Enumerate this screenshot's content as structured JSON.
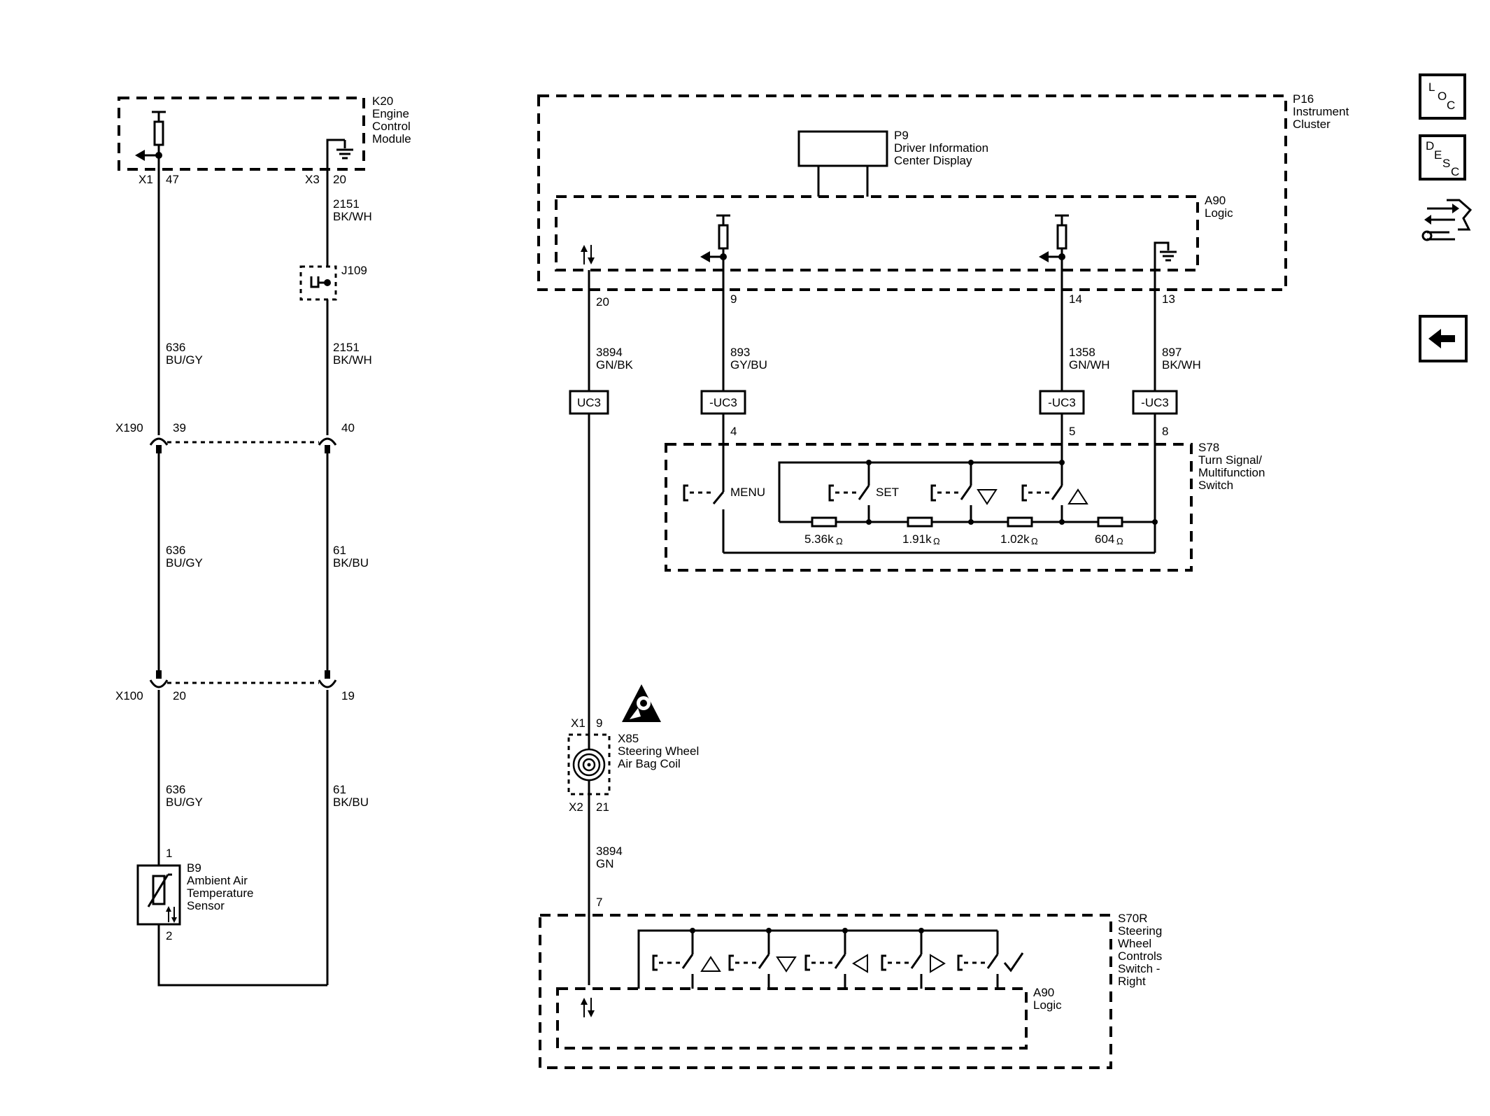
{
  "components": {
    "k20": {
      "ref": "K20",
      "lines": [
        "Engine",
        "Control",
        "Module"
      ]
    },
    "p16": {
      "ref": "P16",
      "lines": [
        "Instrument",
        "Cluster"
      ]
    },
    "p9": {
      "ref": "P9",
      "lines": [
        "Driver Information",
        "Center Display"
      ]
    },
    "a90_top": {
      "ref": "A90",
      "lines": [
        "Logic"
      ]
    },
    "a90_bottom": {
      "ref": "A90",
      "lines": [
        "Logic"
      ]
    },
    "s78": {
      "ref": "S78",
      "lines": [
        "Turn Signal/",
        "Multifunction",
        "Switch"
      ]
    },
    "s70r": {
      "ref": "S70R",
      "lines": [
        "Steering",
        "Wheel",
        "Controls",
        "Switch -",
        "Right"
      ]
    },
    "x85": {
      "ref": "X85",
      "lines": [
        "Steering Wheel",
        "Air Bag Coil"
      ]
    },
    "b9": {
      "ref": "B9",
      "lines": [
        "Ambient Air",
        "Temperature",
        "Sensor"
      ]
    },
    "j109": {
      "ref": "J109"
    }
  },
  "connectors": {
    "k20_x1": "X1",
    "k20_x1_pin": "47",
    "k20_x3": "X3",
    "k20_x3_pin": "20",
    "x190": "X190",
    "x190_pin_a": "39",
    "x190_pin_b": "40",
    "x100": "X100",
    "x100_pin_a": "20",
    "x100_pin_b": "19",
    "b9_pin1": "1",
    "b9_pin2": "2",
    "p16_pin20": "20",
    "p16_pin9": "9",
    "p16_pin14": "14",
    "p16_pin13": "13",
    "s78_pin4": "4",
    "s78_pin5": "5",
    "s78_pin8": "8",
    "x85_x1": "X1",
    "x85_x1_pin": "9",
    "x85_x2": "X2",
    "x85_x2_pin": "21",
    "s70r_pin7": "7"
  },
  "wires": {
    "w2151a": {
      "circuit": "2151",
      "color": "BK/WH"
    },
    "w2151b": {
      "circuit": "2151",
      "color": "BK/WH"
    },
    "w636a": {
      "circuit": "636",
      "color": "BU/GY"
    },
    "w636b": {
      "circuit": "636",
      "color": "BU/GY"
    },
    "w636c": {
      "circuit": "636",
      "color": "BU/GY"
    },
    "w61a": {
      "circuit": "61",
      "color": "BK/BU"
    },
    "w61b": {
      "circuit": "61",
      "color": "BK/BU"
    },
    "w3894a": {
      "circuit": "3894",
      "color": "GN/BK"
    },
    "w3894b": {
      "circuit": "3894",
      "color": "GN"
    },
    "w893": {
      "circuit": "893",
      "color": "GY/BU"
    },
    "w1358": {
      "circuit": "1358",
      "color": "GN/WH"
    },
    "w897": {
      "circuit": "897",
      "color": "BK/WH"
    }
  },
  "option_tags": {
    "uc3": "UC3",
    "nuc3_a": "-UC3",
    "nuc3_b": "-UC3",
    "nuc3_c": "-UC3"
  },
  "switch_labels": {
    "menu": "MENU",
    "set": "SET"
  },
  "resistors": {
    "r1": "5.36k",
    "r2": "1.91k",
    "r3": "1.02k",
    "r4": "604",
    "unit": "Ω"
  },
  "nav_buttons": [
    {
      "id": "loc",
      "letters": [
        "L",
        "O",
        "C"
      ]
    },
    {
      "id": "desc",
      "letters": [
        "D",
        "E",
        "S",
        "C"
      ]
    },
    {
      "id": "connector-view",
      "icon": "connector-swap-icon"
    },
    {
      "id": "back",
      "icon": "back-arrow-icon"
    }
  ]
}
